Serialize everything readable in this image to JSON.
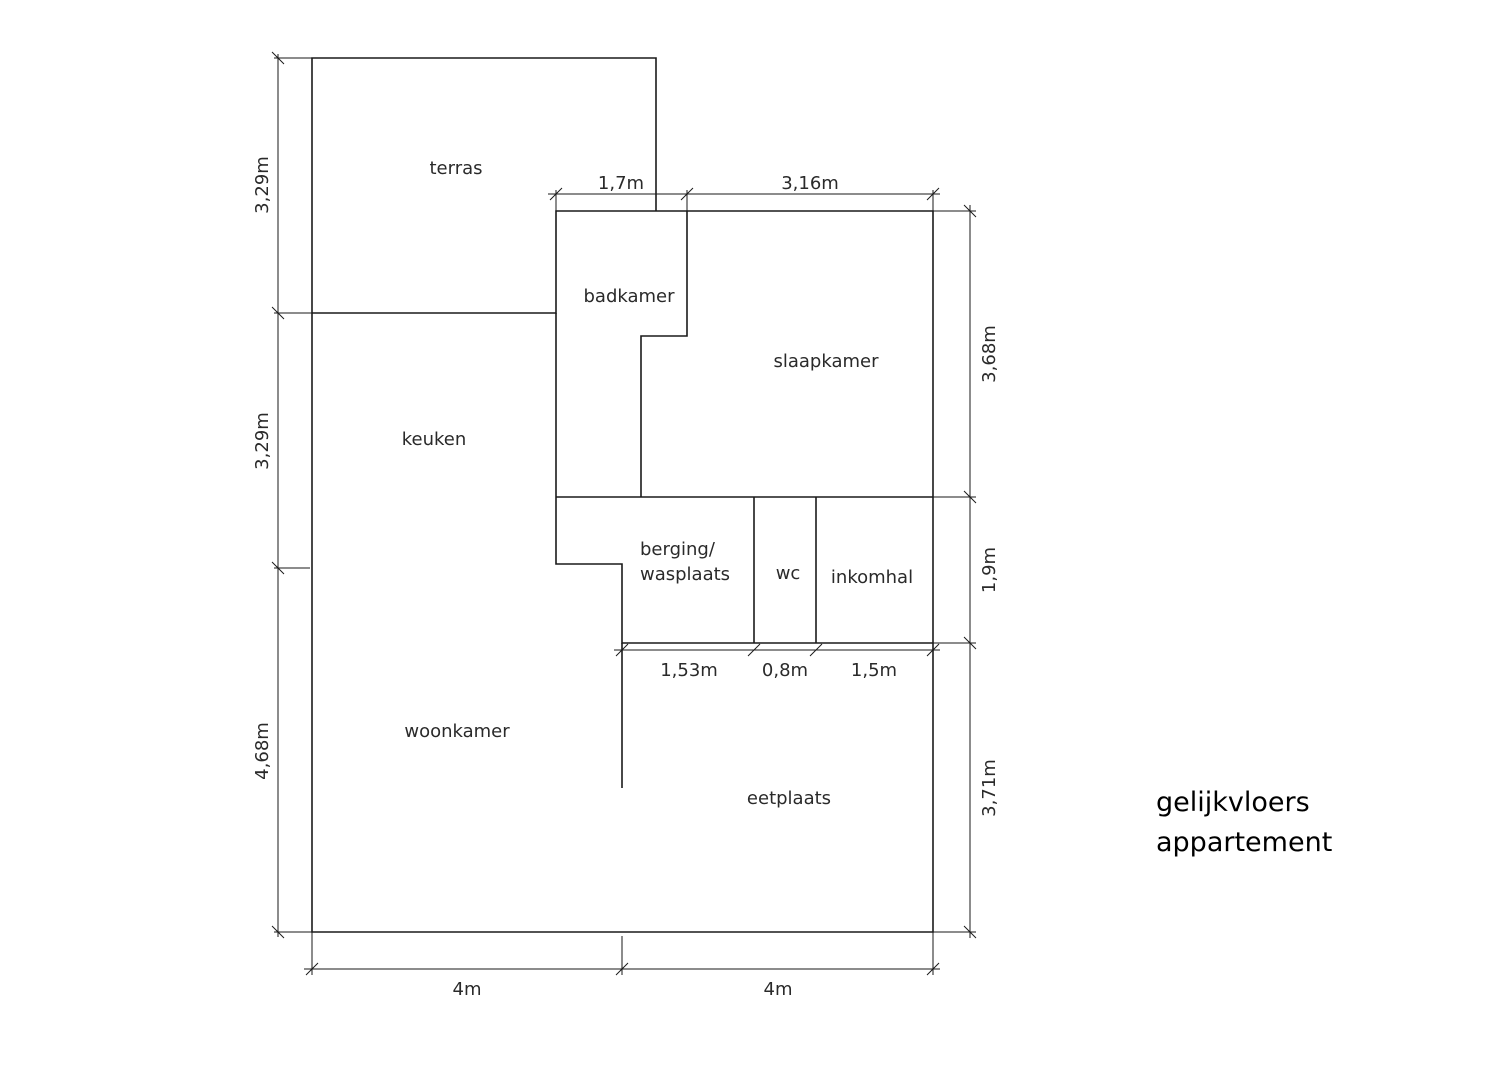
{
  "title": {
    "line1": "gelijkvloers",
    "line2": "appartement"
  },
  "rooms": {
    "terras": "terras",
    "badkamer": "badkamer",
    "slaapkamer": "slaapkamer",
    "keuken": "keuken",
    "berging_line1": "berging/",
    "berging_line2": "wasplaats",
    "wc": "wc",
    "inkomhal": "inkomhal",
    "woonkamer": "woonkamer",
    "eetplaats": "eetplaats"
  },
  "dimensions": {
    "left_top": "3,29m",
    "left_middle": "3,29m",
    "left_bottom": "4,68m",
    "top_badkamer": "1,7m",
    "top_slaapkamer": "3,16m",
    "right_top": "3,68m",
    "right_middle": "1,9m",
    "right_bottom": "3,71m",
    "mid_berging": "1,53m",
    "mid_wc": "0,8m",
    "mid_inkomhal": "1,5m",
    "bottom_left": "4m",
    "bottom_right": "4m"
  }
}
